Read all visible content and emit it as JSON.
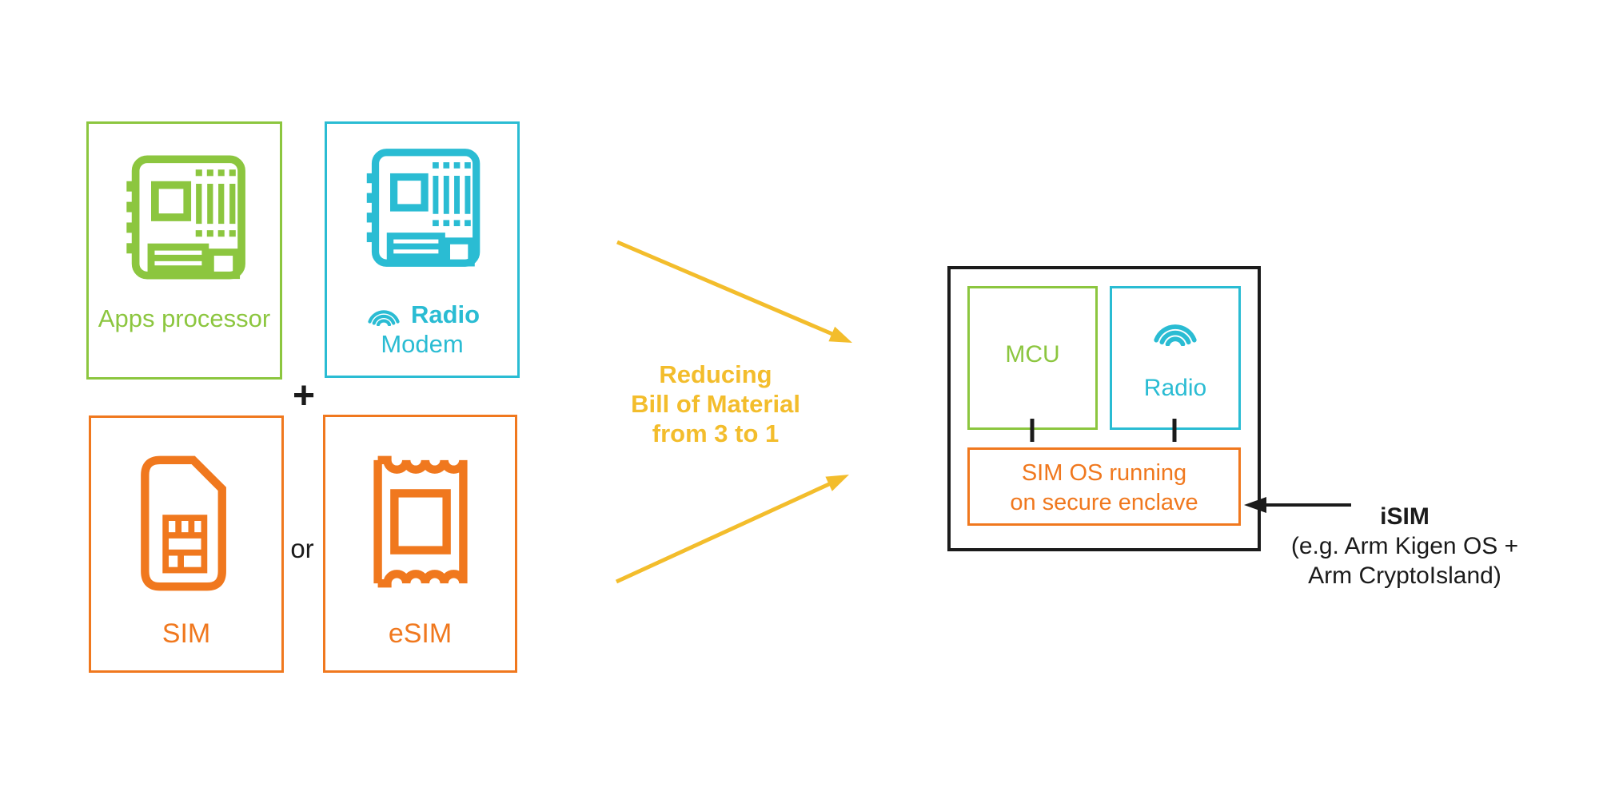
{
  "diagram": {
    "left": {
      "apps_processor_label": "Apps processor",
      "radio_label": "Radio",
      "modem_label": "Modem",
      "plus_sign": "+",
      "sim_label": "SIM",
      "or_label": "or",
      "esim_label": "eSIM"
    },
    "caption": {
      "line1": "Reducing",
      "line2": "Bill of Material",
      "line3": "from 3 to 1"
    },
    "soc": {
      "mcu_label": "MCU",
      "radio_label": "Radio",
      "sim_os_line1": "SIM OS running",
      "sim_os_line2": "on secure enclave"
    },
    "isim": {
      "title": "iSIM",
      "subtitle_line1": "(e.g. Arm Kigen OS +",
      "subtitle_line2": "Arm CryptoIsland)"
    },
    "icons": {
      "apps_processor": "circuit-board-icon",
      "radio_modem": [
        "wifi-icon",
        "circuit-board-icon"
      ],
      "sim": "sim-card-icon",
      "esim": "esim-chip-icon",
      "soc_radio": "wifi-icon",
      "flow": [
        "yellow-arrow-top",
        "yellow-arrow-bottom",
        "black-arrow-isim"
      ]
    },
    "colors": {
      "green": "#8CC63F",
      "cyan": "#2ABCD3",
      "orange": "#F0781E",
      "yellow": "#F3BD2C",
      "ink": "#1B1B1B",
      "background": "#FFFFFF"
    }
  }
}
